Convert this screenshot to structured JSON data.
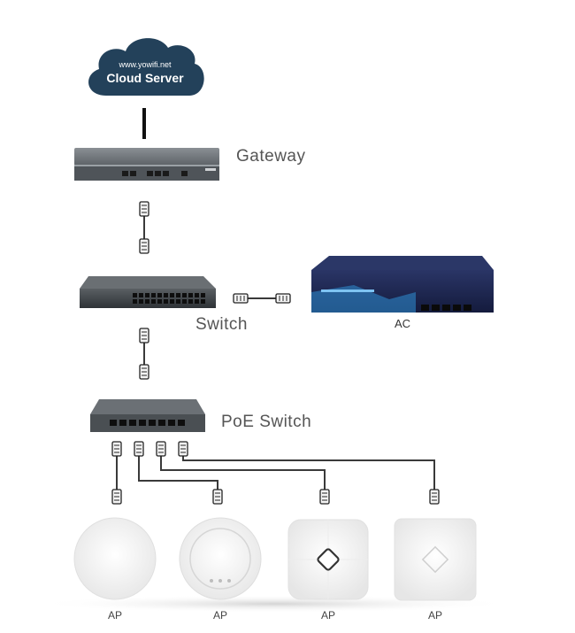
{
  "cloud": {
    "url": "www.yowifi.net",
    "name": "Cloud Server"
  },
  "devices": {
    "gateway": "Gateway",
    "switch": "Switch",
    "ac": "AC",
    "poe_switch": "PoE Switch"
  },
  "aps": [
    "AP",
    "AP",
    "AP",
    "AP"
  ],
  "colors": {
    "cloud": "#23415a",
    "ac_body": "#1e2a55",
    "ac_accent": "#2f8fd6",
    "cable": "#3a3a3a",
    "device_gray": "#6e7378"
  }
}
